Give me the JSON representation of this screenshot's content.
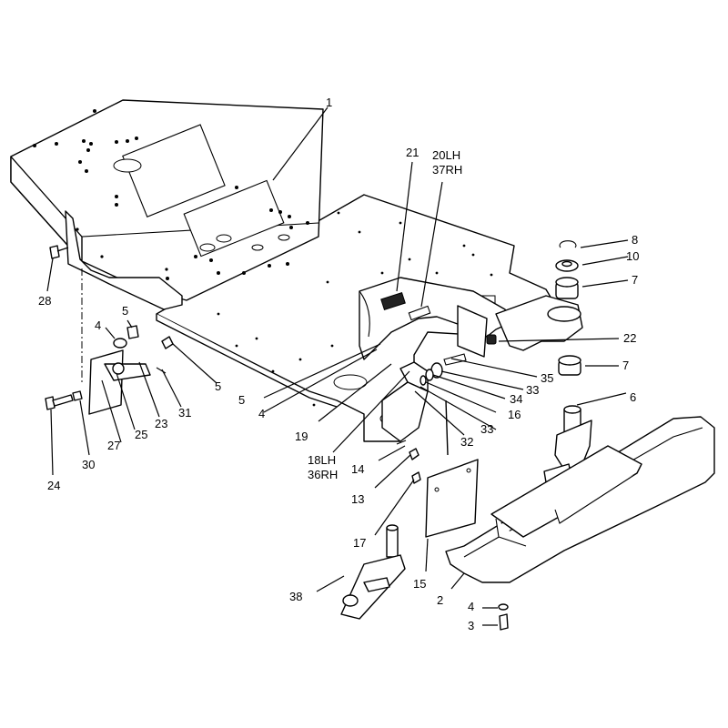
{
  "diagram": {
    "callouts": {
      "c1": "1",
      "c2": "2",
      "c3": "3",
      "c4a": "4",
      "c4b": "4",
      "c4c": "4",
      "c5a": "5",
      "c5b": "5",
      "c5c": "5",
      "c6": "6",
      "c7a": "7",
      "c7b": "7",
      "c8": "8",
      "c10": "10",
      "c13": "13",
      "c14": "14",
      "c15": "15",
      "c16": "16",
      "c17": "17",
      "c18": "18LH",
      "c36": "36RH",
      "c19": "19",
      "c20": "20LH",
      "c37": "37RH",
      "c21": "21",
      "c22": "22",
      "c23": "23",
      "c24": "24",
      "c25": "25",
      "c27": "27",
      "c28": "28",
      "c30": "30",
      "c31": "31",
      "c32": "32",
      "c33a": "33",
      "c33b": "33",
      "c34": "34",
      "c35": "35",
      "c38": "38"
    }
  }
}
